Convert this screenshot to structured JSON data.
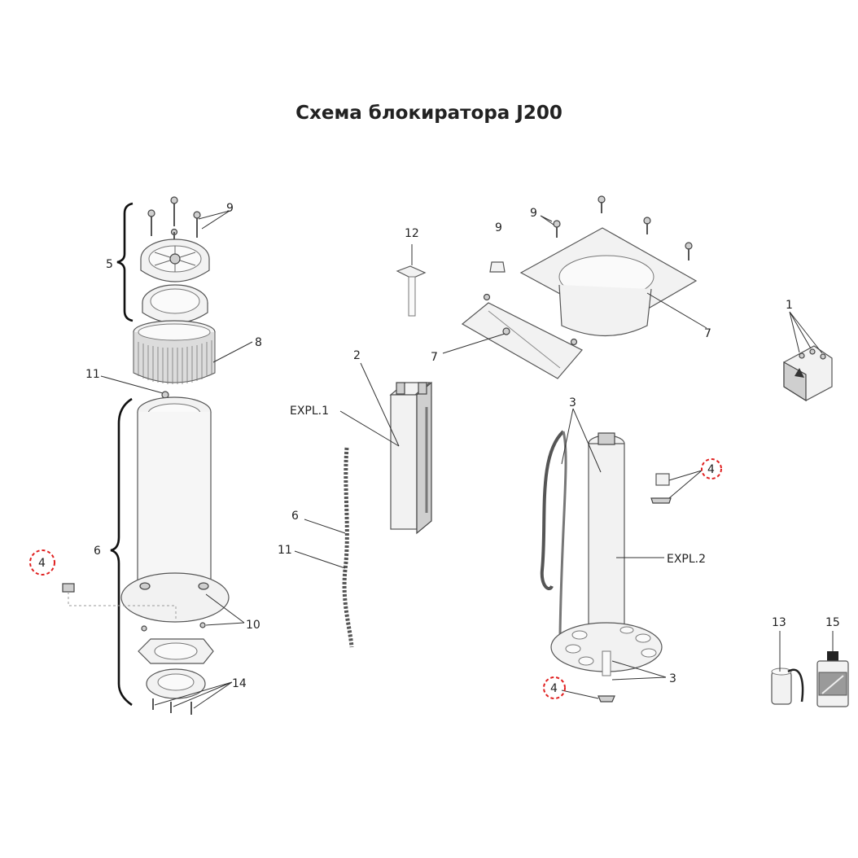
{
  "title": "Схема блокиратора J200",
  "labels": {
    "l1": "1",
    "l2": "2",
    "l3a": "3",
    "l3b": "3",
    "l4a": "4",
    "l4b": "4",
    "l4c": "4",
    "l5": "5",
    "l6a": "6",
    "l6b": "6",
    "l7a": "7",
    "l7b": "7",
    "l8": "8",
    "l9a": "9",
    "l9b": "9",
    "l9c": "9",
    "l10": "10",
    "l11a": "11",
    "l11b": "11",
    "l12": "12",
    "l13": "13",
    "l14": "14",
    "l15": "15",
    "expl1": "EXPL.1",
    "expl2": "EXPL.2"
  },
  "colors": {
    "highlight": "#e02020",
    "line": "#333333"
  }
}
